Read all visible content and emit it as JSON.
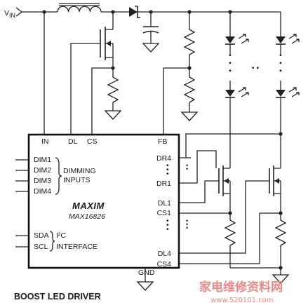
{
  "input": {
    "vin": "V",
    "vin_sub": "IN"
  },
  "ic": {
    "brand": "MAXIM",
    "part": "MAX16826",
    "pins": {
      "in": "IN",
      "dl": "DL",
      "cs": "CS",
      "fb": "FB",
      "dim1": "DIM1",
      "dim2": "DIM2",
      "dim3": "DIM3",
      "dim4": "DIM4",
      "dimming_group": [
        "DIMMING",
        "INPUTS"
      ],
      "sda": "SDA",
      "scl": "SCL",
      "i2c": [
        "I²C",
        "INTERFACE"
      ],
      "dr4": "DR4",
      "dr1": "DR1",
      "dl1": "DL1",
      "cs1": "CS1",
      "dl4": "DL4",
      "cs4": "CS4",
      "gnd": "GND"
    }
  },
  "continuation": {
    "vertical": "•\n•\n•",
    "horizontal": "• •"
  },
  "caption": "BOOST LED DRIVER",
  "watermark": {
    "text": "家电维修资料网",
    "url": "www.520101.com"
  },
  "colors": {
    "line": "#222222",
    "watermark": "#e88a8a"
  }
}
